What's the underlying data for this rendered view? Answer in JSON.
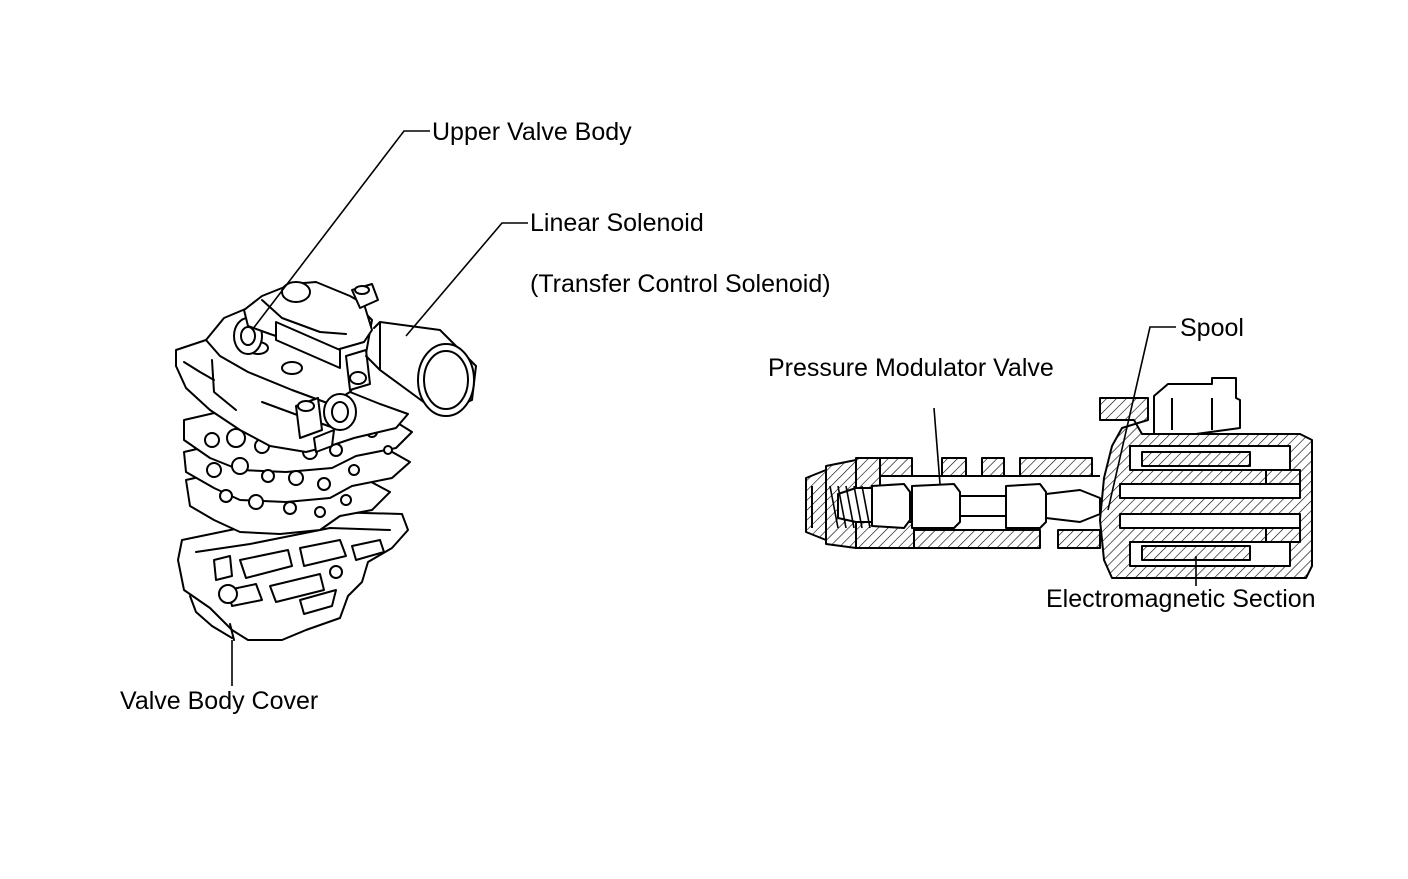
{
  "labels": {
    "upper_valve_body": "Upper Valve Body",
    "linear_solenoid": "Linear Solenoid",
    "transfer_control_solenoid": "(Transfer Control Solenoid)",
    "spool": "Spool",
    "pressure_modulator_valve": "Pressure Modulator Valve",
    "electromagnetic_section": "Electromagnetic Section",
    "valve_body_cover": "Valve Body Cover"
  },
  "colors": {
    "ink": "#000000",
    "background": "#ffffff"
  }
}
